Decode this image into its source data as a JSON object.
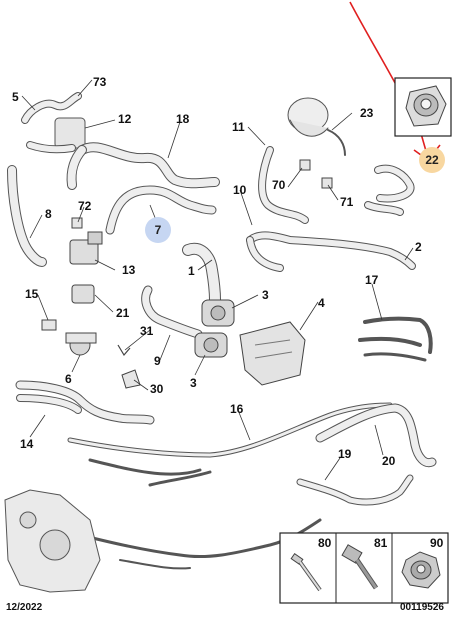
{
  "part_labels": [
    "73",
    "5",
    "12",
    "18",
    "11",
    "23",
    "22",
    "8",
    "72",
    "7",
    "13",
    "70",
    "71",
    "10",
    "2",
    "1",
    "3",
    "4",
    "15",
    "21",
    "31",
    "9",
    "3",
    "17",
    "6",
    "30",
    "14",
    "16",
    "19",
    "20"
  ],
  "highlight": {
    "blue_label": "7",
    "blue_color": "#c6d6f2",
    "orange_label": "22",
    "orange_color": "#f8d7a0"
  },
  "hardware_box": {
    "items": [
      "80",
      "81",
      "90"
    ]
  },
  "footer": {
    "date": "12/2022",
    "reference": "00119526"
  },
  "colors": {
    "line": "#555555",
    "hose": "#e8e8e8",
    "annotation": "#e02020"
  }
}
